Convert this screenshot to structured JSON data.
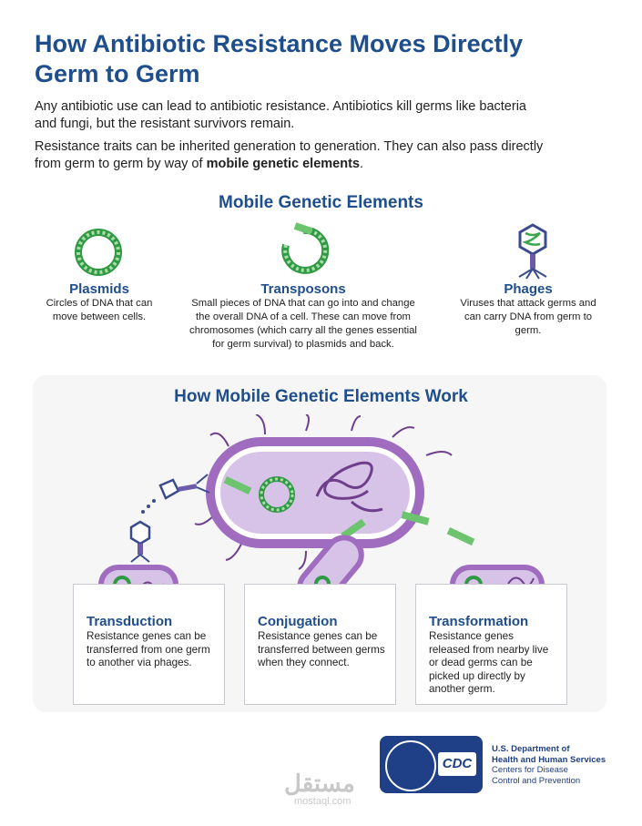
{
  "title": "How Antibiotic Resistance Moves Directly Germ to Germ",
  "intro": {
    "para1": "Any antibiotic use can lead to antibiotic resistance. Antibiotics kill germs like bacteria and fungi, but the resistant survivors remain.",
    "para2_prefix": "Resistance traits can be inherited generation to generation. They can also pass directly from germ to germ by way of ",
    "para2_bold": "mobile genetic elements",
    "para2_suffix": "."
  },
  "mobile_genetic_elements": {
    "heading": "Mobile Genetic Elements",
    "items": [
      {
        "title": "Plasmids",
        "icon": "plasmid-icon",
        "description": "Circles of DNA that can move between cells."
      },
      {
        "title": "Transposons",
        "icon": "transposon-icon",
        "description": "Small pieces of DNA that can go into and change the overall DNA of a cell. These can move from chromosomes (which carry all the genes essential for germ survival) to plasmids and back."
      },
      {
        "title": "Phages",
        "icon": "phage-icon",
        "description": "Viruses that attack germs and can carry DNA from germ to germ."
      }
    ]
  },
  "how_work": {
    "heading": "How Mobile Genetic Elements Work",
    "boxes": [
      {
        "title": "Transduction",
        "text": "Resistance genes can be transferred from one germ to another via phages."
      },
      {
        "title": "Conjugation",
        "text": "Resistance genes can be transferred between germs when they connect."
      },
      {
        "title": "Transformation",
        "text": "Resistance genes released from nearby live or dead germs can be picked up directly by another germ."
      }
    ]
  },
  "footer": {
    "logo_text": "CDC",
    "dept_line1": "U.S. Department of",
    "dept_line2": "Health and Human Services",
    "cdc_line1": "Centers for Disease",
    "cdc_line2": "Control and Prevention"
  },
  "watermark": {
    "arabic": "مستقل",
    "latin": "mostaql.com"
  },
  "colors": {
    "navy": "#1f4e8c",
    "green": "#3aa54b",
    "light_green": "#9fd7a2",
    "purple": "#8a55a8",
    "light_purple": "#d8c3e8"
  }
}
